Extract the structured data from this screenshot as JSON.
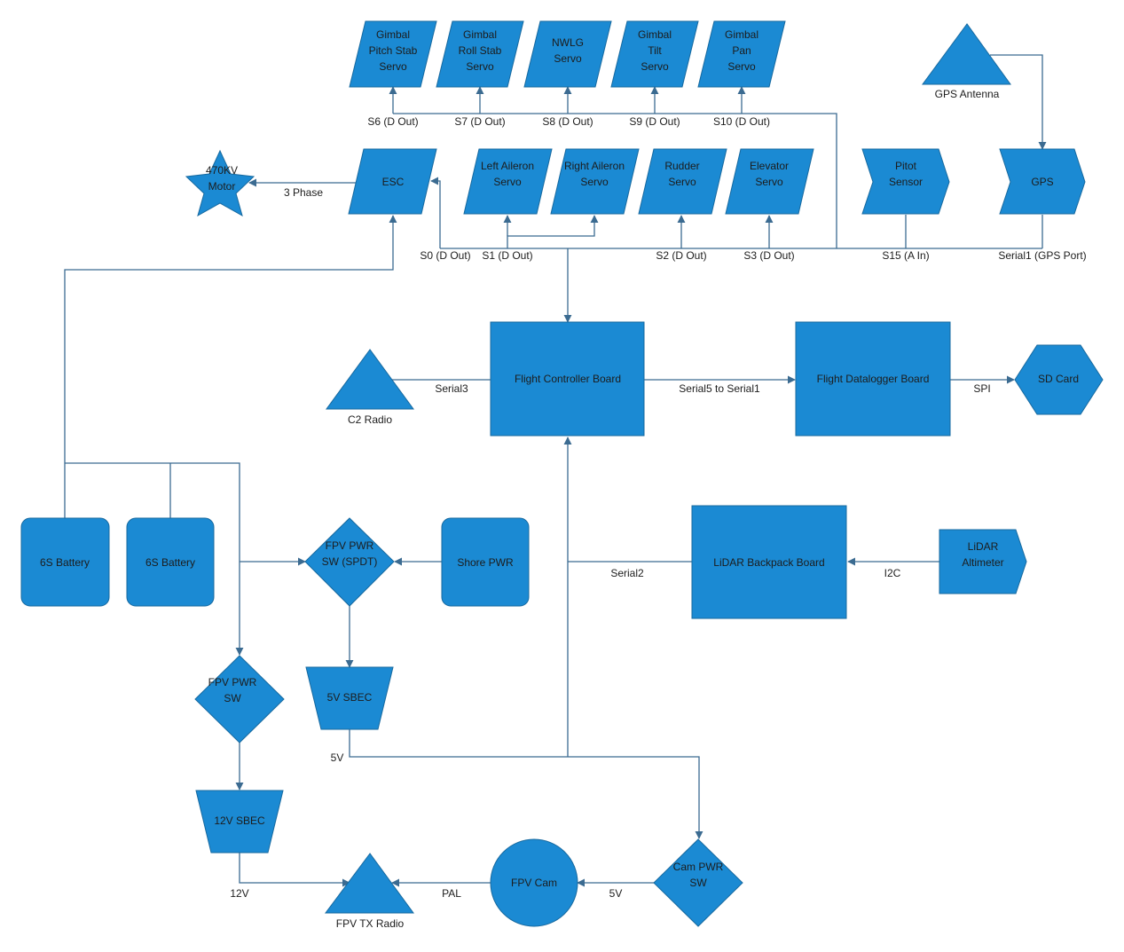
{
  "nodes": {
    "gimbal_pitch": [
      "Gimbal",
      "Pitch Stab",
      "Servo"
    ],
    "gimbal_roll": [
      "Gimbal",
      "Roll Stab",
      "Servo"
    ],
    "nwlg": [
      "NWLG",
      "Servo"
    ],
    "gimbal_tilt": [
      "Gimbal",
      "Tilt",
      "Servo"
    ],
    "gimbal_pan": [
      "Gimbal",
      "Pan",
      "Servo"
    ],
    "gps_antenna": [
      "GPS Antenna"
    ],
    "motor": [
      "470KV",
      "Motor"
    ],
    "esc": [
      "ESC"
    ],
    "left_aileron": [
      "Left Aileron",
      "Servo"
    ],
    "right_aileron": [
      "Right Aileron",
      "Servo"
    ],
    "rudder": [
      "Rudder",
      "Servo"
    ],
    "elevator": [
      "Elevator",
      "Servo"
    ],
    "pitot": [
      "Pitot",
      "Sensor"
    ],
    "gps": [
      "GPS"
    ],
    "c2_radio": [
      "C2 Radio"
    ],
    "flight_controller": [
      "Flight Controller Board"
    ],
    "datalogger": [
      "Flight Datalogger Board"
    ],
    "sd_card": [
      "SD Card"
    ],
    "battery_1": [
      "6S Battery"
    ],
    "battery_2": [
      "6S Battery"
    ],
    "fpv_pwr_spdt": [
      "FPV PWR",
      "SW (SPDT)"
    ],
    "shore_pwr": [
      "Shore PWR"
    ],
    "lidar_board": [
      "LiDAR Backpack Board"
    ],
    "lidar_altimeter": [
      "LiDAR",
      "Altimeter"
    ],
    "fpv_pwr_sw": [
      "FPV PWR",
      "SW"
    ],
    "sbec_5v": [
      "5V SBEC"
    ],
    "sbec_12v": [
      "12V SBEC"
    ],
    "fpv_tx": [
      "FPV TX Radio"
    ],
    "fpv_cam": [
      "FPV Cam"
    ],
    "cam_pwr_sw": [
      "Cam PWR",
      "SW"
    ]
  },
  "labels": {
    "s6": "S6 (D Out)",
    "s7": "S7 (D Out)",
    "s8": "S8 (D Out)",
    "s9": "S9 (D Out)",
    "s10": "S10 (D Out)",
    "three_phase": "3 Phase",
    "s0": "S0 (D Out)",
    "s1": "S1 (D Out)",
    "s2": "S2 (D Out)",
    "s3": "S3 (D Out)",
    "s15": "S15 (A In)",
    "serial1": "Serial1 (GPS Port)",
    "serial3": "Serial3",
    "serial5": "Serial5 to Serial1",
    "spi": "SPI",
    "serial2": "Serial2",
    "i2c": "I2C",
    "v5_sbec": "5V",
    "v12": "12V",
    "pal": "PAL",
    "v5_cam": "5V"
  }
}
